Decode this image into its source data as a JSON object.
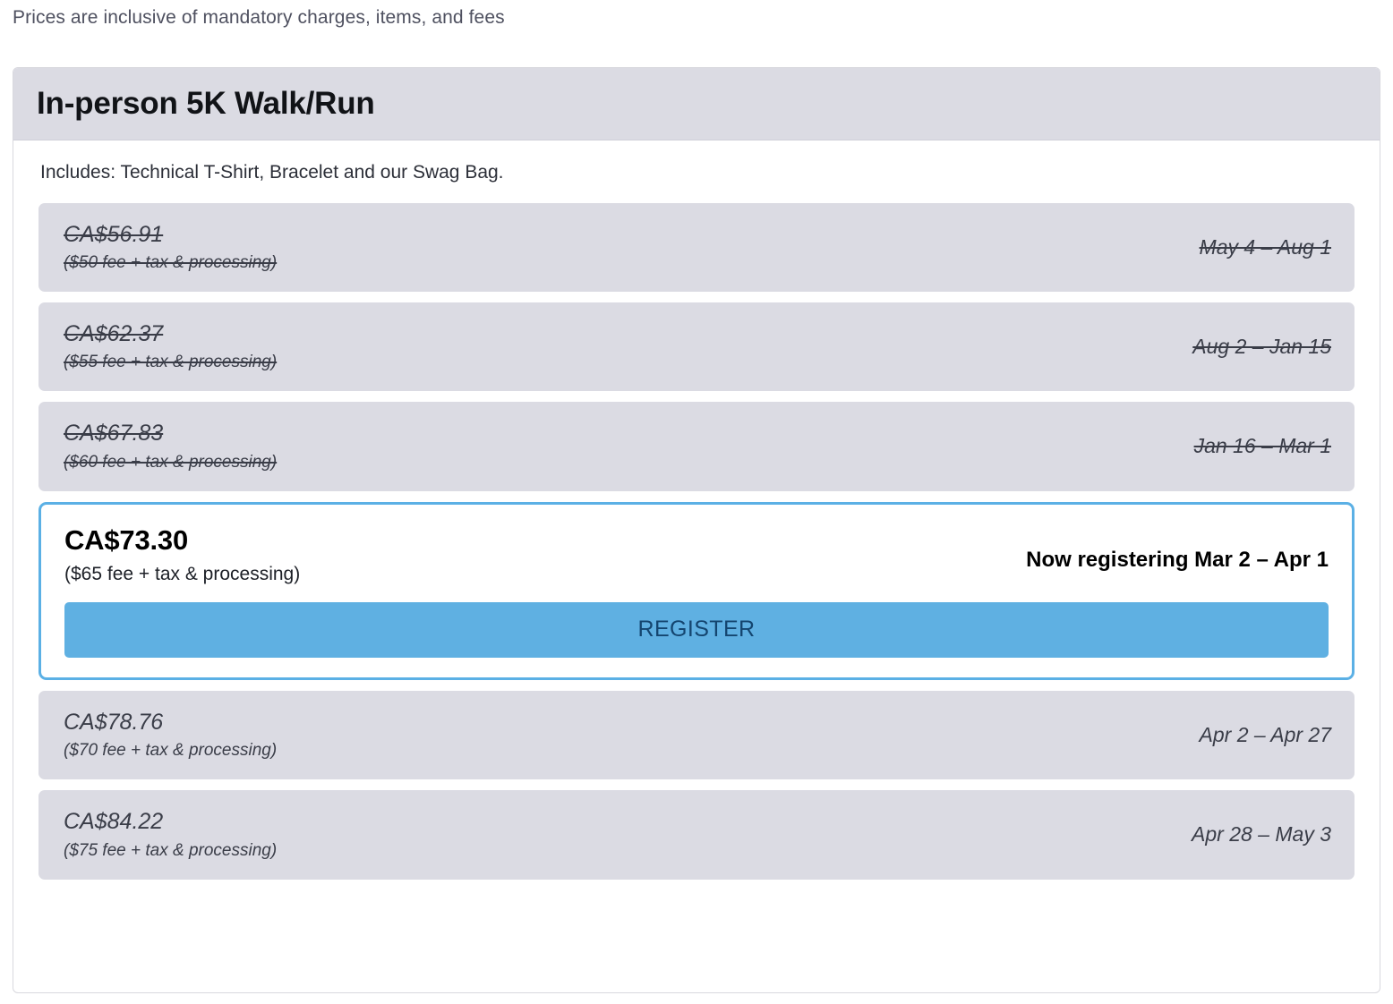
{
  "top_note": "Prices are inclusive of mandatory charges, items, and fees",
  "event": {
    "title": "In-person 5K Walk/Run",
    "includes": "Includes: Technical T-Shirt, Bracelet and our Swag Bag."
  },
  "colors": {
    "row_background": "#dbdbe3",
    "active_border": "#5bb0e5",
    "register_button_bg": "#5fb0e2",
    "register_button_text": "#14456f",
    "note_text": "#4f5160"
  },
  "register_button": {
    "label": "REGISTER"
  },
  "tiers": [
    {
      "price": "CA$56.91",
      "fee": "($50 fee + tax & processing)",
      "dates": "May 4 – Aug 1",
      "state": "past"
    },
    {
      "price": "CA$62.37",
      "fee": "($55 fee + tax & processing)",
      "dates": "Aug 2 – Jan 15",
      "state": "past"
    },
    {
      "price": "CA$67.83",
      "fee": "($60 fee + tax & processing)",
      "dates": "Jan 16 – Mar 1",
      "state": "past"
    },
    {
      "price": "CA$73.30",
      "fee": "($65 fee + tax & processing)",
      "dates": "Now registering Mar 2 – Apr 1",
      "state": "active"
    },
    {
      "price": "CA$78.76",
      "fee": "($70 fee + tax & processing)",
      "dates": "Apr 2 – Apr 27",
      "state": "upcoming"
    },
    {
      "price": "CA$84.22",
      "fee": "($75 fee + tax & processing)",
      "dates": "Apr 28 – May 3",
      "state": "upcoming"
    }
  ]
}
